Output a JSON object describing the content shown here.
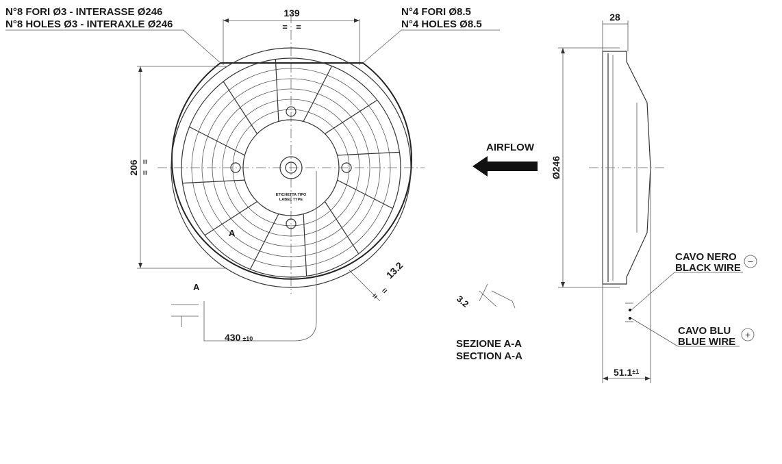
{
  "callouts": {
    "holes_small_it": "N°8 FORI Ø3 - INTERASSE Ø246",
    "holes_small_en": "N°8 HOLES Ø3 - INTERAXLE Ø246",
    "holes_large_it": "N°4 FORI Ø8.5",
    "holes_large_en": "N°4 HOLES Ø8.5",
    "label_it": "ETICHETTA TIPO",
    "label_en": "LABEL TYPE",
    "airflow": "AIRFLOW",
    "black_wire_it": "CAVO NERO",
    "black_wire_en": "BLACK WIRE",
    "blue_wire_it": "CAVO BLU",
    "blue_wire_en": "BLUE WIRE",
    "section_it": "SEZIONE A-A",
    "section_en": "SECTION A-A",
    "section_marker": "A"
  },
  "dimensions": {
    "mount_spacing": "139",
    "height": "206",
    "equal_mark": "=",
    "diameter": "Ø246",
    "depth_top": "28",
    "depth_total": "51.1",
    "depth_tol": "±1",
    "wire_length": "430",
    "wire_tol": "±10",
    "slot": "13.2",
    "section_dim": "3.2"
  },
  "symbols": {
    "minus": "−",
    "plus": "+"
  }
}
